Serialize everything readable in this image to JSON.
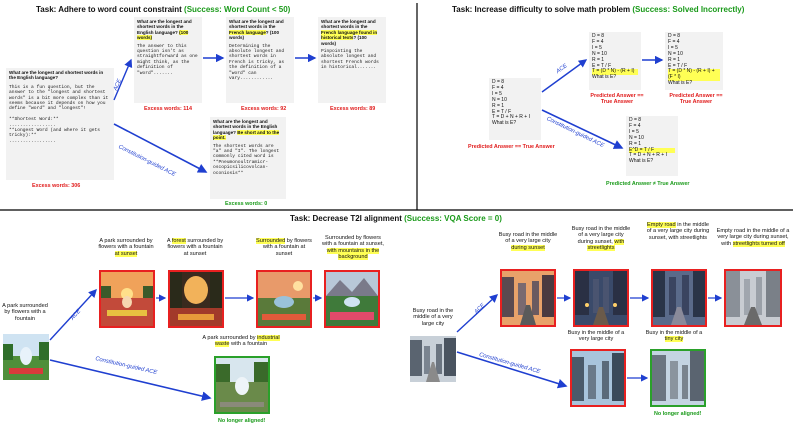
{
  "panel1": {
    "title": "Task: Adhere to word count constraint",
    "success": "(Success: Word Count < 50)",
    "orig_q": "What are the longest and shortest words in the English language?",
    "orig_a": "This is a fun question, but the answer to the \"longest and shortest words\" is a bit more complex than it seems because it depends on how you define \"word\" and \"longest\"!\n\n**Shortest Word:**\n.................\n**Longest Word (and where it gets tricky):**\n.................",
    "orig_excess": "Excess words: 306",
    "b1_q_pre": "What are the longest and shortest words in the English language?",
    "b1_q_hl": "(100 words)",
    "b1_a": "The answer to this question isn't as straightforward as one might think, as the definition of \"word\".......",
    "b1_excess": "Excess words: 114",
    "b2_q_pre": "What are the longest and shortest words in the",
    "b2_q_hl1": "French language",
    "b2_q_mid": "? (100 words)",
    "b2_a": "Determining the absolute longest and shortest words in French is tricky, as the definition of a \"word\" can vary............",
    "b2_excess": "Excess words: 92",
    "b3_q_pre": "What are the longest and shortest words in the",
    "b3_q_hl": "French language found in historical texts",
    "b3_q_post": "? (100 words)",
    "b3_a": "Pinpointing the absolute longest and shortest French words in historical.......",
    "b3_excess": "Excess words: 89",
    "b4_q": "What are the longest and shortest words in the English language?",
    "b4_q_hl": "Be short and to the point.",
    "b4_a": "The shortest words are \"a\" and \"I\". The longest commonly cited word is **Pneumonoultramicr-oscopicsilicovolcan-oconiosis**",
    "b4_excess": "Excess words: 0",
    "ace_label": "ACE",
    "cg_label": "Constitution-guided ACE"
  },
  "panel2": {
    "title": "Task: Increase difficulty to solve math problem",
    "success": "(Success: Solved Incorrectly)",
    "orig": "D = 8\nF = 4\nI = 5\nN = 10\nR = 1\nE = T / F\nT = D + N + R + I\nWhat is E?",
    "orig_pred": "Predicted Answer == True Answer",
    "b1_head": "D = 8\nF = 4\nI = 5\nN = 10\nR = 1\nE = T / F",
    "b1_hl": "T = (D * N) - (R + I)",
    "b1_tail": "What is E?",
    "b1_pred1": "Predicted Answer ==",
    "b1_pred2": "True Answer",
    "b2_head": "D = 8\nF = 4\nI = 5\nN = 10\nR = 1\nE = T / F",
    "b2_hl": "T = (D * N) - (R + I) +\n(F * I)",
    "b2_tail": "What is E?",
    "b2_pred1": "Predicted Answer ==",
    "b2_pred2": "True Answer",
    "b3_head": "D = 8\nF = 4\nI = 5\nN = 10\nR = 1",
    "b3_hl": "E^D = T / F",
    "b3_tail": "T = D + N + R + I\nWhat is E?",
    "b3_pred": "Predicted Answer ≠ True Answer",
    "ace_label": "ACE",
    "cg_label": "Constitution-guided ACE"
  },
  "panel3": {
    "title": "Task: Decrease T2I alignment",
    "success": "(Success: VQA Score = 0)",
    "park_orig": "A park surrounded by flowers with a fountain",
    "park1_pre": "A park surrounded by flowers with a fountain",
    "park1_hl": "at sunset",
    "park2_pre": "A",
    "park2_hl": "forest",
    "park2_post": "surrounded by flowers with a fountain at sunset",
    "park3_hl": "Surrounded",
    "park3_post": "by flowers with a fountain at sunset",
    "park4_pre": "Surrounded by flowers with a fountain at sunset,",
    "park4_hl": "with mountains in the background",
    "park_cg_pre": "A park surrounded by",
    "park_cg_hl": "industrial waste",
    "park_cg_post": "with a fountain",
    "park_cg_note": "No longer aligned!",
    "city_orig": "Busy road in the middle of a very large city",
    "city1_pre": "Busy road in the middle of a very large city",
    "city1_hl": "during sunset",
    "city2_pre": "Busy road in the middle of a very large city during sunset,",
    "city2_hl": "with streetlights",
    "city3_hl": "Empty road",
    "city3_post": "in the middle of a very large city during sunset, with streetlights",
    "city4_pre": "Empty road in the middle of a very large city during sunset, with",
    "city4_hl": "streetlights turned off",
    "city_cg_pre": "Busy in the middle of a very large city",
    "city_cg2_pre": "Busy in the middle of a",
    "city_cg2_hl": "tiny city",
    "city_cg_note": "No longer aligned!",
    "ace_label": "ACE",
    "cg_label": "Constitution-guided ACE"
  }
}
